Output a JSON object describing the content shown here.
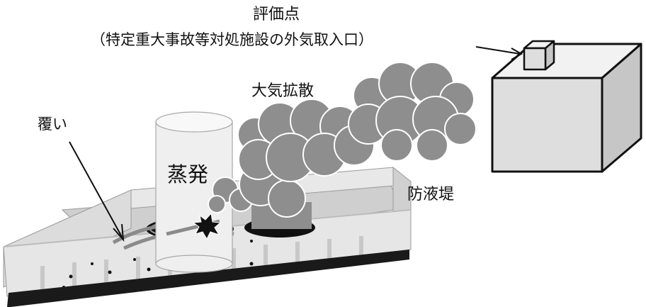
{
  "labels": {
    "evaluation_point": "評価点",
    "evaluation_point_detail": "（特定重大事故等対処施設の外気取入口）",
    "atmospheric_diffusion": "大気拡散",
    "cover": "覆い",
    "evaporation": "蒸発",
    "dike": "防液堤"
  },
  "colors": {
    "line": "#111111",
    "building_face": "#dedede",
    "building_top": "#f2f2f2",
    "building_side": "#c6c6c6",
    "cloud": "#8e8e8e",
    "dike_wall": "#e4e4e4",
    "dike_floor": "#cfcfcf",
    "column": "#efefef",
    "base_strip": "#1a1a1a"
  }
}
